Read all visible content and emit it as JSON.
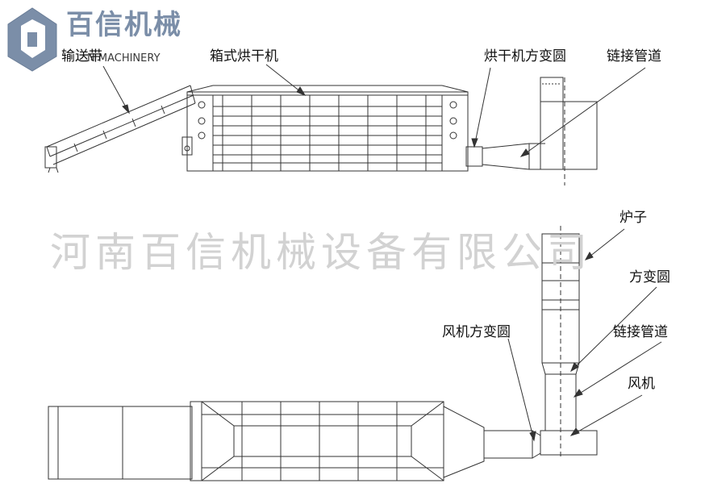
{
  "logo": {
    "name": "百信机械",
    "sub": "N MACHINERY"
  },
  "watermark": "河南百信机械设备有限公司",
  "labels": {
    "conveyor": "输送带",
    "box_dryer": "箱式烘干机",
    "dryer_transition": "烘干机方变圆",
    "connecting_duct_top": "链接管道",
    "furnace": "炉子",
    "square_to_round": "方变圆",
    "fan_transition": "风机方变圆",
    "connecting_duct_bottom": "链接管道",
    "fan": "风机"
  },
  "colors": {
    "line": "#333333",
    "watermark": "#d2d2d2",
    "logo": "#7b8ea8"
  }
}
